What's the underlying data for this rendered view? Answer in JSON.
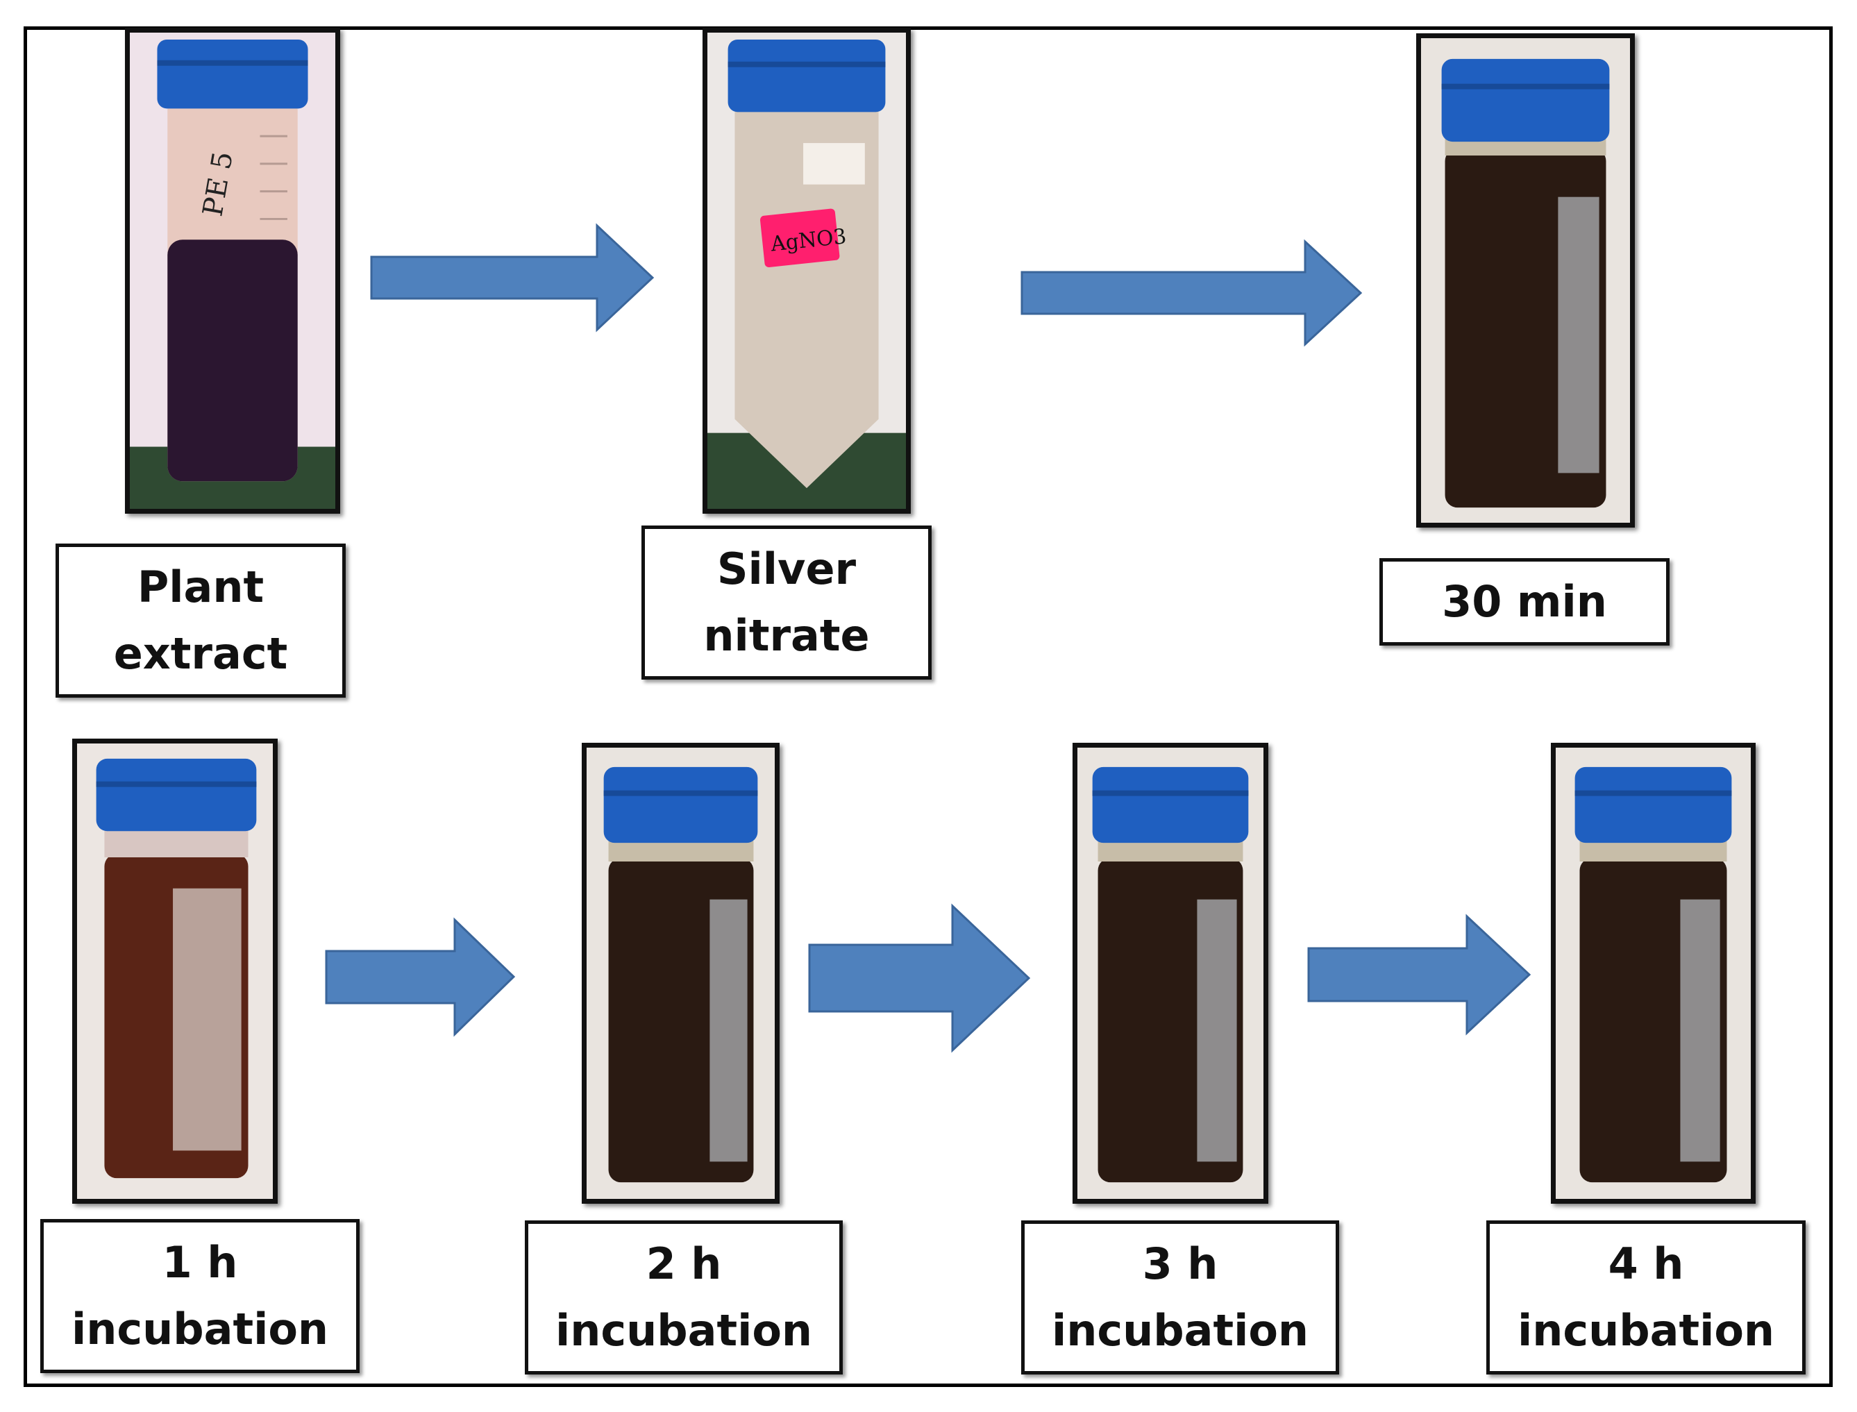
{
  "colors": {
    "arrow": "#4f81bd",
    "arrow_stroke": "#3a659a",
    "cap": "#1f5fc0",
    "cap_dark": "#174a98",
    "extract_liquid": "#2b1630",
    "extract_head": "#d9b3a8",
    "silver_nitrate_liquid": "#d6c9bc",
    "sample_liquid_dark": "#2a1a12",
    "sample_liquid_1h": "#5a2416",
    "label_sticker": "#ff1f6e"
  },
  "steps": {
    "plant_extract": {
      "line1": "Plant",
      "line2": "extract",
      "tube_mark": "PE 5"
    },
    "silver_nitrate": {
      "line1": "Silver",
      "line2": "nitrate",
      "sticker": "AgNO3"
    },
    "min30": {
      "line1": "30 min"
    },
    "h1": {
      "line1": "1 h",
      "line2": "incubation"
    },
    "h2": {
      "line1": "2 h",
      "line2": "incubation"
    },
    "h3": {
      "line1": "3 h",
      "line2": "incubation"
    },
    "h4": {
      "line1": "4 h",
      "line2": "incubation"
    }
  }
}
